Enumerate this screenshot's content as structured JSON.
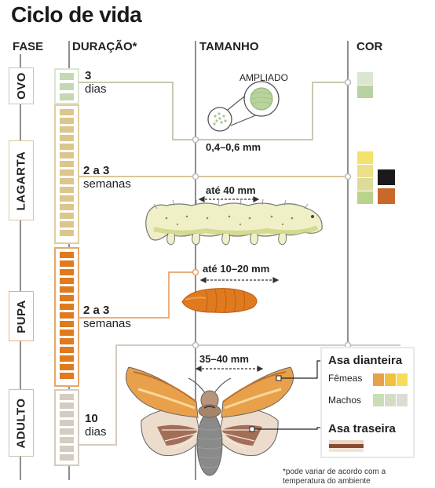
{
  "title": "Ciclo de vida",
  "columns": {
    "phase": "FASE",
    "duration": "DURAÇÃO*",
    "size": "TAMANHO",
    "color": "COR"
  },
  "phases": [
    {
      "name": "OVO",
      "duration_value": "3",
      "duration_unit": "dias"
    },
    {
      "name": "LAGARTA",
      "duration_value": "2 a 3",
      "duration_unit": "semanas"
    },
    {
      "name": "PUPA",
      "duration_value": "2 a 3",
      "duration_unit": "semanas"
    },
    {
      "name": "ADULTO",
      "duration_value": "10",
      "duration_unit": "dias"
    }
  ],
  "sizes": {
    "egg_magnified": "AMPLIADO",
    "egg": "0,4–0,6 mm",
    "larva": "até 40 mm",
    "pupa": "até 10–20 mm",
    "adult": "35–40 mm"
  },
  "wing_legend": {
    "forewing": "Asa dianteira",
    "females": "Fêmeas",
    "males": "Machos",
    "hindwing": "Asa traseira"
  },
  "footnote_line1": "*pode variar de acordo com a",
  "footnote_line2": "temperatura do ambiente",
  "colors": {
    "egg": [
      "#dbe6d0",
      "#b9d2a4"
    ],
    "larva": [
      "#f3e36a",
      "#ece08a",
      "#dcdc9a",
      "#b9d28c",
      "#1a1a1a",
      "#c8692a"
    ],
    "pupa": "#e07a1e",
    "forewing_female": [
      "#e8a04a",
      "#f0c040",
      "#f6dc5a"
    ],
    "forewing_male": [
      "#cbdcb8",
      "#d4dcc8",
      "#dcdcd4"
    ],
    "hindwing": [
      "#e8d6c4",
      "#8a4a32",
      "#f0e4d6"
    ]
  }
}
